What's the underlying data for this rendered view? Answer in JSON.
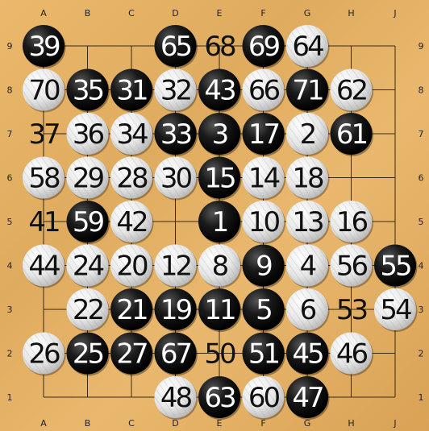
{
  "board": {
    "size": 9,
    "columns": [
      "A",
      "B",
      "C",
      "D",
      "E",
      "F",
      "G",
      "H",
      "J"
    ],
    "rows": [
      "9",
      "8",
      "7",
      "6",
      "5",
      "4",
      "3",
      "2",
      "1"
    ],
    "colors": {
      "black": "#111111",
      "white": "#e9e9e9",
      "line": "#3a2a12",
      "number_on_black": "#ffffff",
      "number_on_empty": "#111111"
    }
  },
  "moves": [
    {
      "col": "A",
      "row": 9,
      "label": "39",
      "stone": "black"
    },
    {
      "col": "D",
      "row": 9,
      "label": "65",
      "stone": "black"
    },
    {
      "col": "E",
      "row": 9,
      "label": "68",
      "stone": "none"
    },
    {
      "col": "F",
      "row": 9,
      "label": "69",
      "stone": "black"
    },
    {
      "col": "G",
      "row": 9,
      "label": "64",
      "stone": "white"
    },
    {
      "col": "A",
      "row": 8,
      "label": "70",
      "stone": "white"
    },
    {
      "col": "B",
      "row": 8,
      "label": "35",
      "stone": "black"
    },
    {
      "col": "C",
      "row": 8,
      "label": "31",
      "stone": "black"
    },
    {
      "col": "D",
      "row": 8,
      "label": "32",
      "stone": "white"
    },
    {
      "col": "E",
      "row": 8,
      "label": "43",
      "stone": "black"
    },
    {
      "col": "F",
      "row": 8,
      "label": "66",
      "stone": "white"
    },
    {
      "col": "G",
      "row": 8,
      "label": "71",
      "stone": "black"
    },
    {
      "col": "H",
      "row": 8,
      "label": "62",
      "stone": "white"
    },
    {
      "col": "A",
      "row": 7,
      "label": "37",
      "stone": "none"
    },
    {
      "col": "B",
      "row": 7,
      "label": "36",
      "stone": "white"
    },
    {
      "col": "C",
      "row": 7,
      "label": "34",
      "stone": "white"
    },
    {
      "col": "D",
      "row": 7,
      "label": "33",
      "stone": "black"
    },
    {
      "col": "E",
      "row": 7,
      "label": "3",
      "stone": "black"
    },
    {
      "col": "F",
      "row": 7,
      "label": "17",
      "stone": "black"
    },
    {
      "col": "G",
      "row": 7,
      "label": "2",
      "stone": "white"
    },
    {
      "col": "H",
      "row": 7,
      "label": "61",
      "stone": "black"
    },
    {
      "col": "A",
      "row": 6,
      "label": "58",
      "stone": "white"
    },
    {
      "col": "B",
      "row": 6,
      "label": "29",
      "stone": "white"
    },
    {
      "col": "C",
      "row": 6,
      "label": "28",
      "stone": "white"
    },
    {
      "col": "D",
      "row": 6,
      "label": "30",
      "stone": "white"
    },
    {
      "col": "E",
      "row": 6,
      "label": "15",
      "stone": "black"
    },
    {
      "col": "F",
      "row": 6,
      "label": "14",
      "stone": "white"
    },
    {
      "col": "G",
      "row": 6,
      "label": "18",
      "stone": "white"
    },
    {
      "col": "A",
      "row": 5,
      "label": "41",
      "stone": "none"
    },
    {
      "col": "B",
      "row": 5,
      "label": "59",
      "stone": "black"
    },
    {
      "col": "C",
      "row": 5,
      "label": "42",
      "stone": "white"
    },
    {
      "col": "E",
      "row": 5,
      "label": "1",
      "stone": "black"
    },
    {
      "col": "F",
      "row": 5,
      "label": "10",
      "stone": "white"
    },
    {
      "col": "G",
      "row": 5,
      "label": "13",
      "stone": "white"
    },
    {
      "col": "H",
      "row": 5,
      "label": "16",
      "stone": "white"
    },
    {
      "col": "A",
      "row": 4,
      "label": "44",
      "stone": "white"
    },
    {
      "col": "B",
      "row": 4,
      "label": "24",
      "stone": "white"
    },
    {
      "col": "C",
      "row": 4,
      "label": "20",
      "stone": "white"
    },
    {
      "col": "D",
      "row": 4,
      "label": "12",
      "stone": "white"
    },
    {
      "col": "E",
      "row": 4,
      "label": "8",
      "stone": "white"
    },
    {
      "col": "F",
      "row": 4,
      "label": "9",
      "stone": "black"
    },
    {
      "col": "G",
      "row": 4,
      "label": "4",
      "stone": "white"
    },
    {
      "col": "H",
      "row": 4,
      "label": "56",
      "stone": "white"
    },
    {
      "col": "J",
      "row": 4,
      "label": "55",
      "stone": "black"
    },
    {
      "col": "B",
      "row": 3,
      "label": "22",
      "stone": "white"
    },
    {
      "col": "C",
      "row": 3,
      "label": "21",
      "stone": "black"
    },
    {
      "col": "D",
      "row": 3,
      "label": "19",
      "stone": "black"
    },
    {
      "col": "E",
      "row": 3,
      "label": "11",
      "stone": "black"
    },
    {
      "col": "F",
      "row": 3,
      "label": "5",
      "stone": "black"
    },
    {
      "col": "G",
      "row": 3,
      "label": "6",
      "stone": "white"
    },
    {
      "col": "H",
      "row": 3,
      "label": "53",
      "stone": "none"
    },
    {
      "col": "J",
      "row": 3,
      "label": "54",
      "stone": "white"
    },
    {
      "col": "A",
      "row": 2,
      "label": "26",
      "stone": "white"
    },
    {
      "col": "B",
      "row": 2,
      "label": "25",
      "stone": "black"
    },
    {
      "col": "C",
      "row": 2,
      "label": "27",
      "stone": "black"
    },
    {
      "col": "D",
      "row": 2,
      "label": "67",
      "stone": "black"
    },
    {
      "col": "E",
      "row": 2,
      "label": "50",
      "stone": "none"
    },
    {
      "col": "F",
      "row": 2,
      "label": "51",
      "stone": "black"
    },
    {
      "col": "G",
      "row": 2,
      "label": "45",
      "stone": "black"
    },
    {
      "col": "H",
      "row": 2,
      "label": "46",
      "stone": "white"
    },
    {
      "col": "D",
      "row": 1,
      "label": "48",
      "stone": "white"
    },
    {
      "col": "E",
      "row": 1,
      "label": "63",
      "stone": "black"
    },
    {
      "col": "F",
      "row": 1,
      "label": "60",
      "stone": "white"
    },
    {
      "col": "G",
      "row": 1,
      "label": "47",
      "stone": "black"
    }
  ]
}
